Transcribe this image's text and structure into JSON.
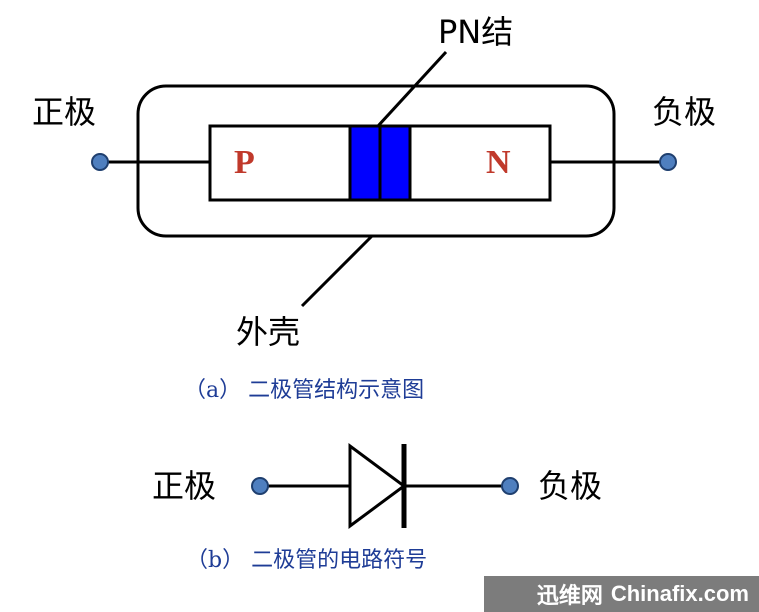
{
  "structure": {
    "pn_label": "PN结",
    "anode_label": "正极",
    "cathode_label": "负极",
    "p_label": "P",
    "n_label": "N",
    "case_label": "外壳",
    "caption": "（a） 二极管结构示意图"
  },
  "symbol": {
    "anode_label": "正极",
    "cathode_label": "负极",
    "caption": "（b） 二极管的电路符号"
  },
  "watermark": {
    "cn": "迅维网",
    "en": "Chinafix.com"
  },
  "colors": {
    "junction_fill": "#0000ff",
    "terminal_fill": "#4f7fbf",
    "pn_text": "#c0392b",
    "caption_text": "#1e3c96"
  }
}
